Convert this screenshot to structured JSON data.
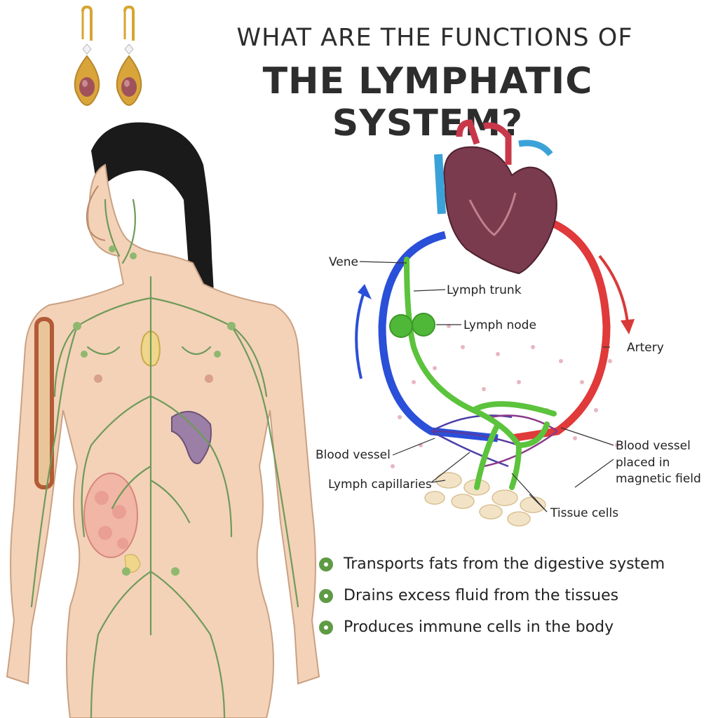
{
  "header": {
    "title_line1": "WHAT ARE THE FUNCTIONS OF",
    "title_line2": "THE LYMPHATIC SYSTEM?"
  },
  "diagram": {
    "labels": {
      "vene": "Vene",
      "lymph_trunk": "Lymph trunk",
      "lymph_node": "Lymph node",
      "artery": "Artery",
      "blood_vessel_left": "Blood vessel",
      "lymph_capillaries": "Lymph capillaries",
      "blood_vessel_magnetic": "Blood vessel",
      "placed_in": "placed in",
      "magnetic_field": "magnetic field",
      "tissue_cells": "Tissue cells"
    },
    "colors": {
      "vein": "#2a4fd8",
      "artery": "#e03a3a",
      "lymph": "#5cc33c",
      "heart": "#7a3b4e"
    }
  },
  "functions": [
    "Transports fats from the digestive system",
    "Drains excess fluid from the tissues",
    "Produces immune cells in the body"
  ]
}
